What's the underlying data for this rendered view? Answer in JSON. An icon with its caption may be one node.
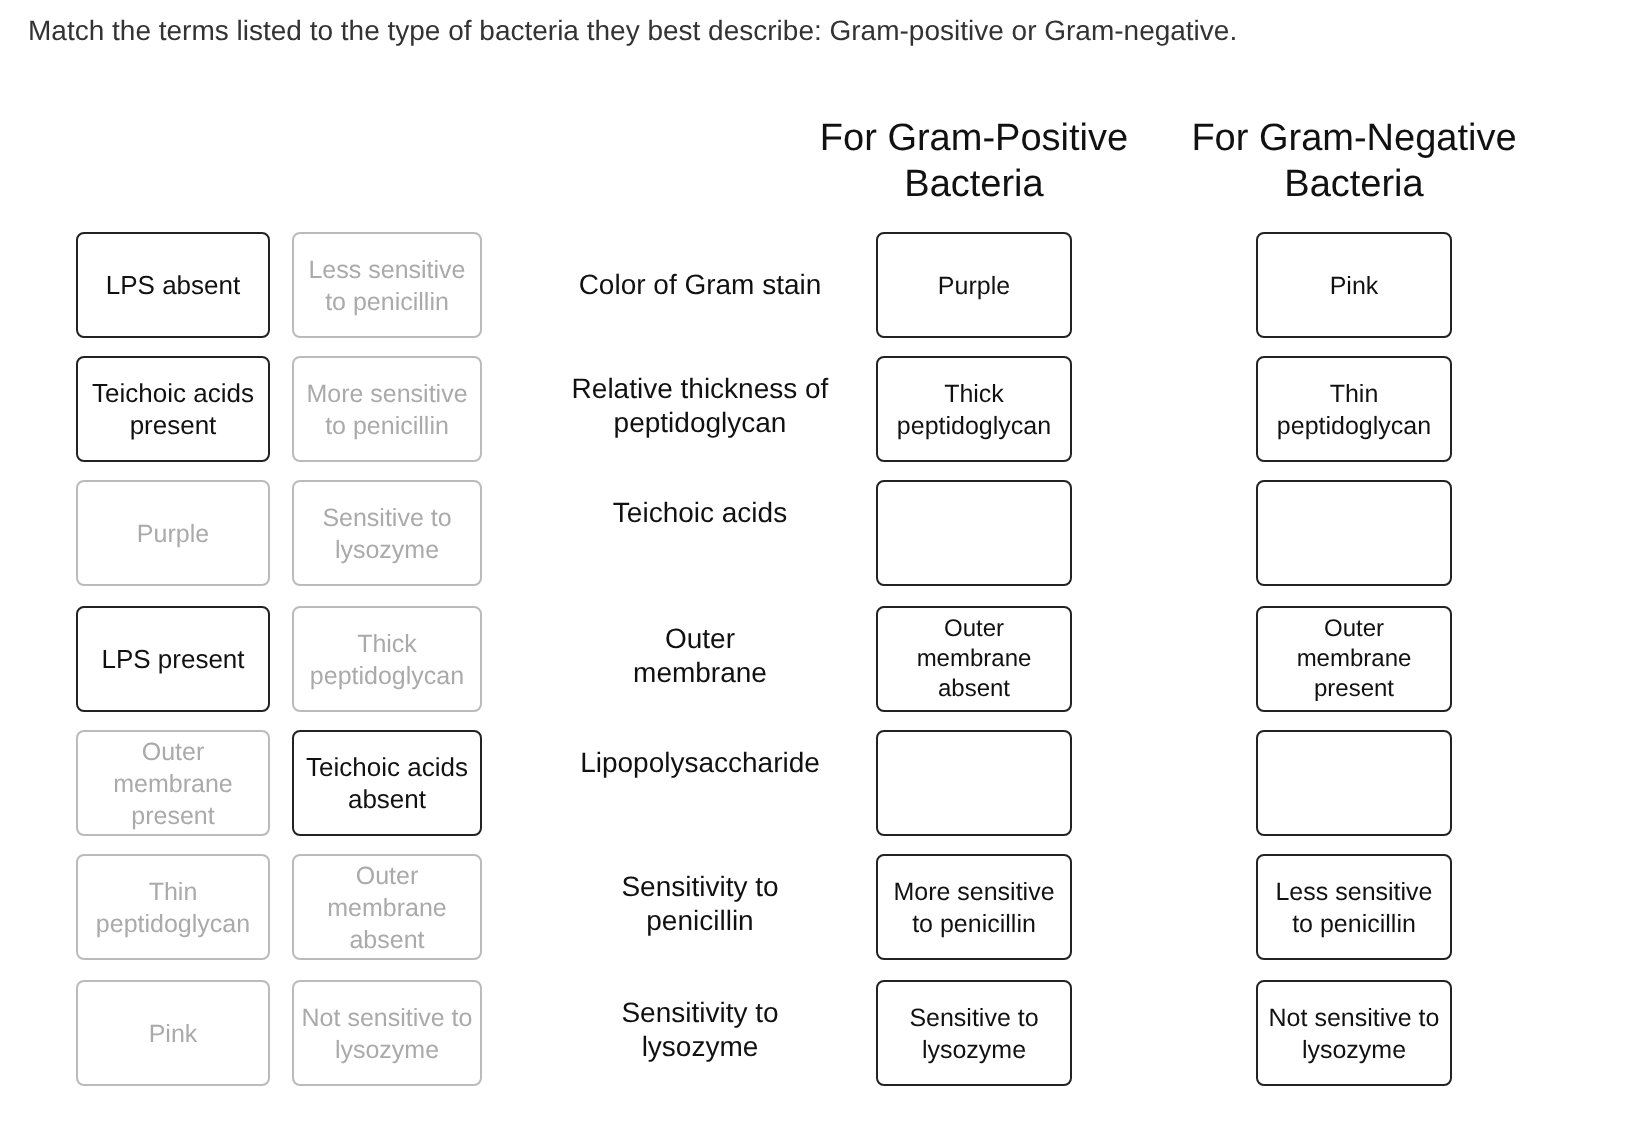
{
  "diagram": {
    "title": "Match the terms listed to the type of bacteria they best describe:  Gram-positive or Gram-negative.",
    "nodes": [
      {
        "text": [
          "LPS absent"
        ]
      },
      {
        "text": [
          "Less sensitive to penicillin"
        ]
      },
      {
        "text": [
          "Purple"
        ]
      },
      {
        "text": [
          "Pink"
        ]
      },
      {
        "text": [
          "Teichoic acids present"
        ]
      },
      {
        "text": [
          "More sensitive to penicillin"
        ]
      },
      {
        "text": [
          "Thick peptidoglycan"
        ]
      },
      {
        "text": [
          "Thin peptidoglycan"
        ]
      },
      {
        "text": [
          "Purple"
        ]
      },
      {
        "text": [
          "Sensitive to lysozyme"
        ]
      },
      {
        "text": [],
        "shape": "box"
      },
      {
        "text": [],
        "shape": "box"
      },
      {
        "text": [
          "LPS present"
        ]
      },
      {
        "text": [
          "Thick peptidoglycan"
        ]
      },
      {
        "text": [
          "Outer membrane absent"
        ]
      },
      {
        "text": [
          "Outer membrane present"
        ]
      },
      {
        "text": [
          "Outer membrane present"
        ]
      },
      {
        "text": [
          "Teichoic acids absent"
        ]
      },
      {
        "text": [],
        "shape": "box"
      },
      {
        "text": [],
        "shape": "box"
      },
      {
        "text": [
          "Thin peptidoglycan"
        ]
      },
      {
        "text": [
          "Outer membrane absent"
        ]
      },
      {
        "text": [
          "More sensitive to penicillin"
        ]
      },
      {
        "text": [
          "Less sensitive to penicillin"
        ]
      },
      {
        "text": [
          "Pink"
        ]
      },
      {
        "text": [
          "Not sensitive to lysozyme"
        ]
      },
      {
        "text": [
          "Sensitive to lysozyme"
        ]
      },
      {
        "text": [
          "Not sensitive to lysozyme"
        ]
      }
    ],
    "edges": [],
    "labels": [
      "For Gram-Positive Bacteria",
      "For Gram-Negative Bacteria",
      "Color of Gram stain",
      "Relative thickness of peptidoglycan",
      "Teichoic acids",
      "Outer membrane",
      "Lipopolysaccharide",
      "Sensitivity to penicillin",
      "Sensitivity to lysozyme"
    ]
  }
}
